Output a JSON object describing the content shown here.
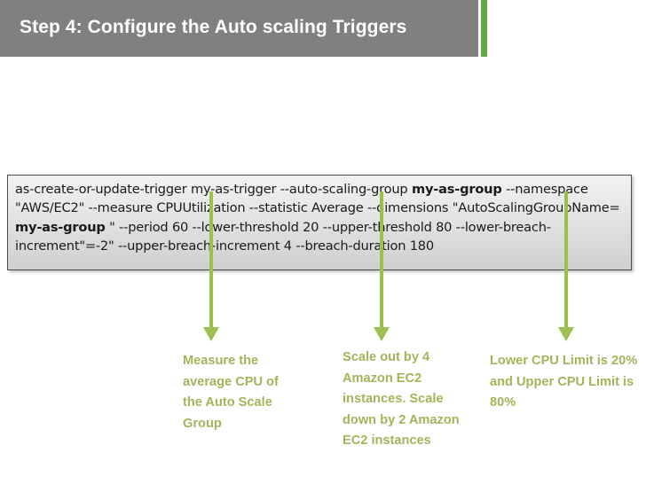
{
  "slide": {
    "title": "Step 4: Configure the Auto scaling Triggers",
    "accent_color": "#5faa44",
    "title_bar_color": "#808080",
    "arrow_color": "#9dbf50",
    "callout_color": "#a3b55a",
    "background_color": "#ffffff"
  },
  "code_block": {
    "full_text": "as-create-or-update-trigger my-as-trigger --auto-scaling-group my-as-group --namespace \"AWS/EC2\" --measure CPUUtilization --statistic Average --dimensions \"AutoScalingGroupName= my-as-group \" --period 60 --lower-threshold 20 --upper-threshold 80 --lower-breach-increment\"=-2\" --upper-breach-increment 4 --breach-duration 180",
    "segments": [
      {
        "text": "as-create-or-update-trigger my-as-trigger --auto-scaling-group ",
        "bold": false
      },
      {
        "text": "my-as-group",
        "bold": true
      },
      {
        "text": " --namespace \"AWS/EC2\" --measure CPUUtilization --statistic Average --dimensions \"AutoScalingGroupName= ",
        "bold": false
      },
      {
        "text": "my-as-group",
        "bold": true
      },
      {
        "text": " \" --period 60 --lower-threshold 20 --upper-threshold 80 --lower-breach-increment\"=-2\" --upper-breach-increment 4 --breach-duration 180",
        "bold": false
      }
    ]
  },
  "callouts": [
    {
      "id": "measure-callout",
      "text": "Measure the average CPU of the Auto Scale Group"
    },
    {
      "id": "scaling-callout",
      "text": "Scale out by 4 Amazon EC2 instances. Scale down by 2 Amazon EC2 instances"
    },
    {
      "id": "threshold-callout",
      "text": "Lower CPU Limit is 20% and Upper CPU Limit is 80%"
    }
  ],
  "arrows": [
    {
      "id": "arrow-measure",
      "target": "measure-callout"
    },
    {
      "id": "arrow-scaling",
      "target": "scaling-callout"
    },
    {
      "id": "arrow-threshold",
      "target": "threshold-callout"
    }
  ]
}
